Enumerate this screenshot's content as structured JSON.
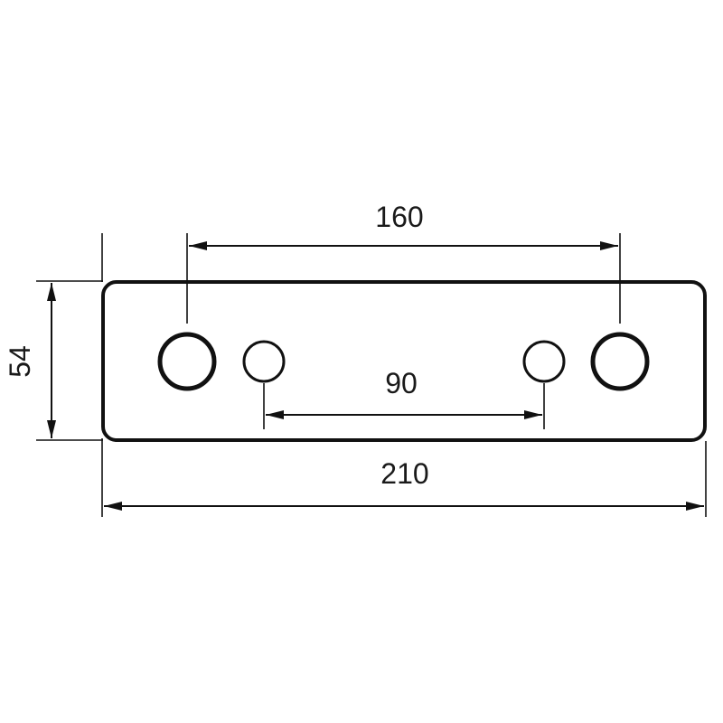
{
  "dimensions": {
    "hole_spacing_large": "160",
    "hole_spacing_small": "90",
    "overall_width": "210",
    "overall_height": "54"
  },
  "colors": {
    "stroke": "#111111",
    "background": "#ffffff"
  }
}
